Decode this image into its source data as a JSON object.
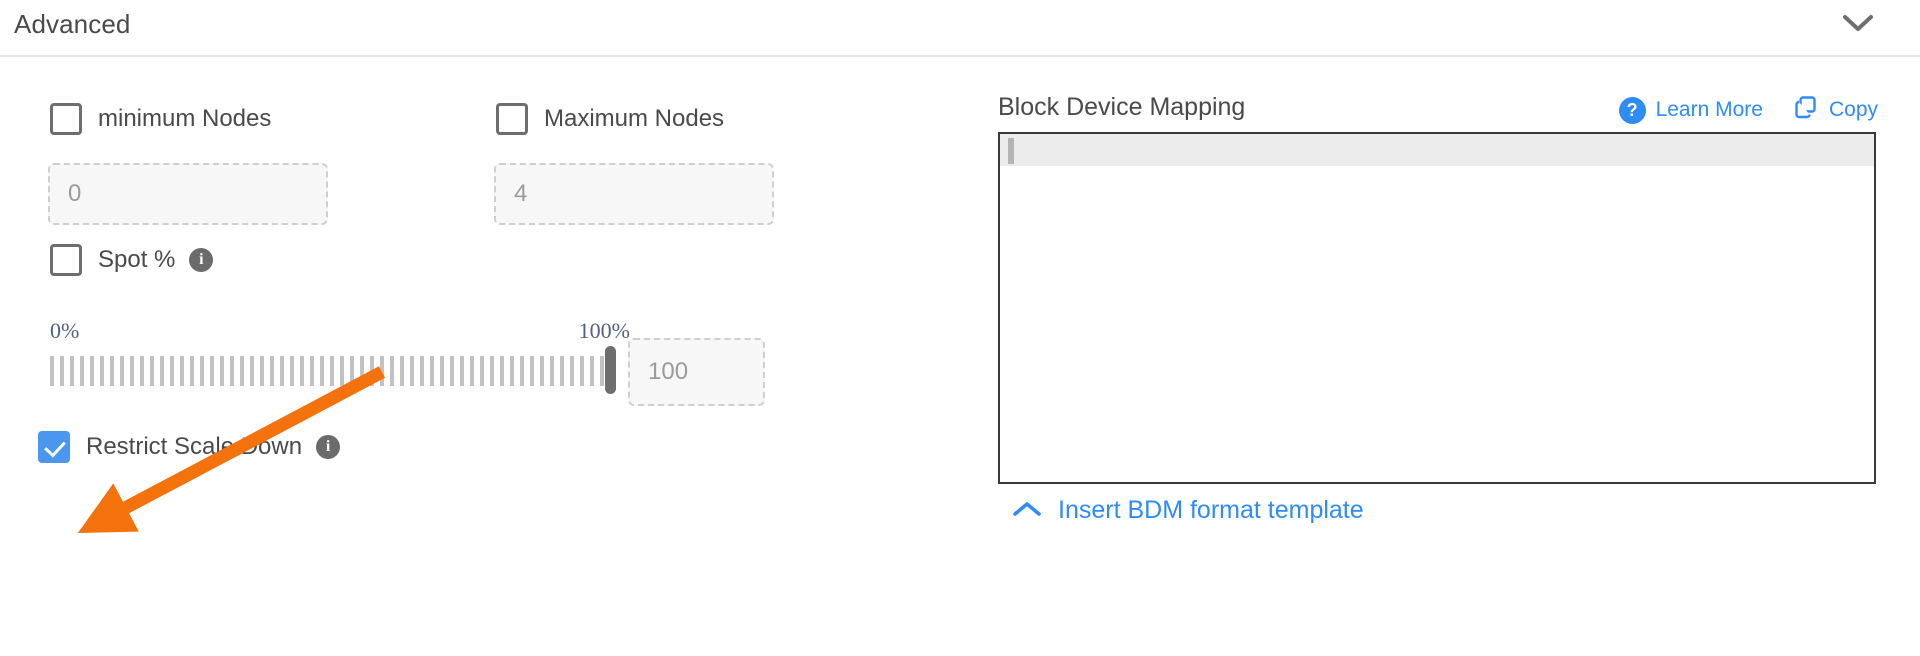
{
  "section": {
    "title": "Advanced",
    "collapse_icon": "chevron-down-icon"
  },
  "left": {
    "min_nodes": {
      "label": "minimum Nodes",
      "checked": false,
      "input_placeholder": "0",
      "input_value": ""
    },
    "max_nodes": {
      "label": "Maximum Nodes",
      "checked": false,
      "input_placeholder": "4",
      "input_value": ""
    },
    "spot": {
      "label": "Spot %",
      "checked": false,
      "info_icon": "info-icon"
    },
    "slider": {
      "min_label": "0%",
      "max_label": "100%",
      "value": 100,
      "value_input_placeholder": "100",
      "value_input_value": ""
    },
    "restrict_scale_down": {
      "label": "Restrict Scale Down",
      "checked": true,
      "info_icon": "info-icon"
    }
  },
  "right": {
    "title": "Block Device Mapping",
    "learn_more": {
      "label": "Learn More",
      "icon": "question-circle-icon"
    },
    "copy": {
      "label": "Copy",
      "icon": "copy-icon"
    },
    "editor": {
      "value": "",
      "placeholder": ""
    },
    "insert_template": {
      "label": "Insert BDM format template",
      "icon": "chevron-up-icon"
    }
  },
  "colors": {
    "accent_blue": "#2f8cf5",
    "checkbox_blue": "#4a97f0",
    "annotation_orange": "#f4720b",
    "text_gray": "#4a4a4a",
    "placeholder_gray": "#9b9b9b",
    "slate": "#556080"
  }
}
